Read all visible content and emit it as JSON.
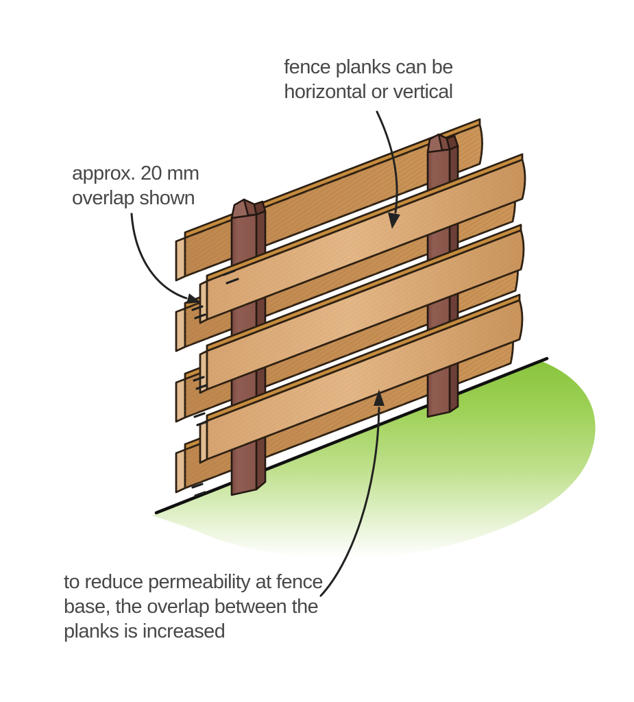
{
  "annotations": {
    "top": {
      "lines": [
        "fence planks can be",
        "horizontal or vertical"
      ]
    },
    "left": {
      "lines": [
        "approx. 20 mm",
        "overlap shown"
      ]
    },
    "bottom": {
      "lines": [
        "to reduce permeability at fence",
        "base, the overlap between the",
        "planks is increased"
      ]
    }
  },
  "colors": {
    "plank_face_front": "#ddab7a",
    "plank_face_back": "#c68e54",
    "plank_top_edge": "#c68c3e",
    "plank_end_grain": "#e2bd92",
    "hatch_line": "#9c6a2e",
    "post_front": "#8d5a50",
    "post_side": "#6d4037",
    "post_cap": "#96665b",
    "grass_green": "#8cc63f",
    "outline_brown": "#2d2013",
    "ground_line": "#101010",
    "annotation_text": "#48484b",
    "arrow_black": "#222222",
    "background": "#ffffff"
  }
}
